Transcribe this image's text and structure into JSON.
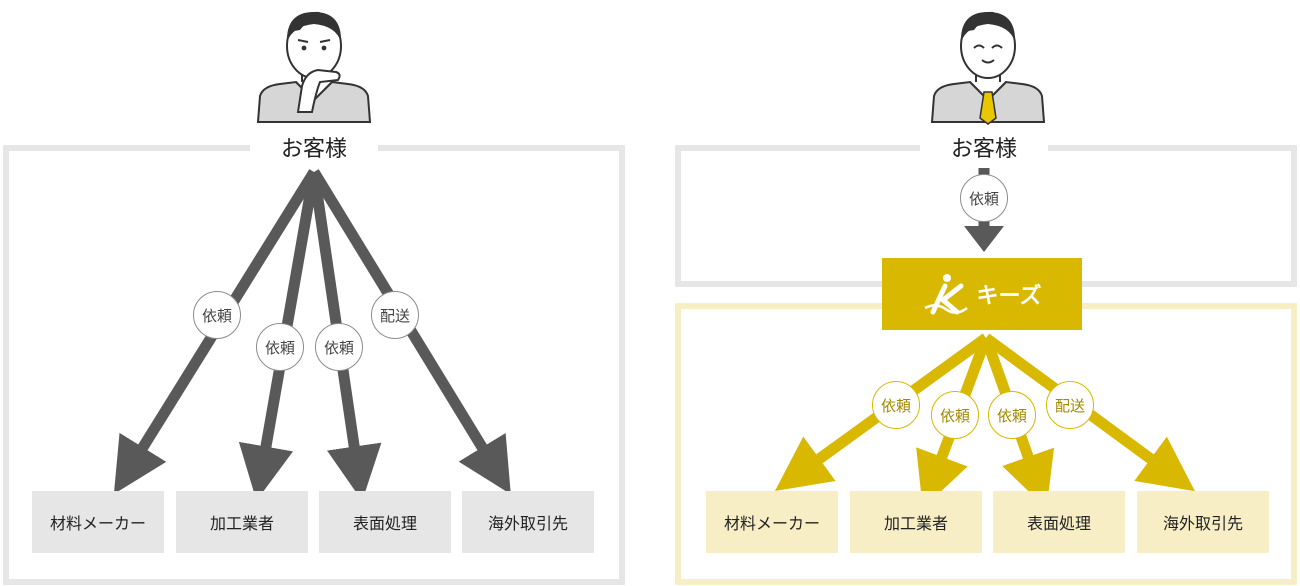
{
  "left": {
    "client_label": "お客様",
    "bubbles": [
      "依頼",
      "依頼",
      "依頼",
      "配送"
    ],
    "vendors": [
      "材料メーカー",
      "加工業者",
      "表面処理",
      "海外取引先"
    ]
  },
  "right": {
    "client_label": "お客様",
    "top_bubble": "依頼",
    "brand_name": "キーズ",
    "bubbles": [
      "依頼",
      "依頼",
      "依頼",
      "配送"
    ],
    "vendors": [
      "材料メーカー",
      "加工業者",
      "表面処理",
      "海外取引先"
    ]
  },
  "colors": {
    "arrow_gray": "#595959",
    "frame_gray": "#e6e6e6",
    "accent_yellow": "#d8b800",
    "frame_yellow": "#f7eec6",
    "vendor_gray_fill": "#e6e6e6",
    "vendor_yellow_fill": "#f7eec6"
  }
}
